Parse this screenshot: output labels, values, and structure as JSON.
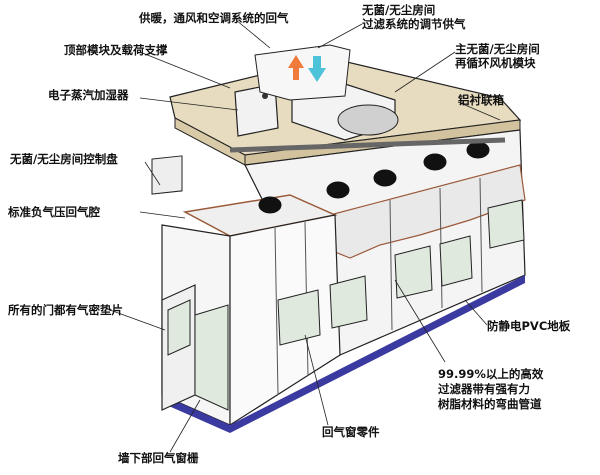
{
  "labels": {
    "supply_exhaust": "供暖，通风和空调系统的回气",
    "sterile_supply_1": "无菌/无尘房间",
    "sterile_supply_2": "过滤系统的调节供气",
    "top_module": "顶部模块及载荷支撑",
    "main_fan_1": "主无菌/无尘房间",
    "main_fan_2": "再循环风机模块",
    "humidifier": "电子蒸汽加湿器",
    "aluminum_box": "铝衬联箱",
    "control_panel": "无菌/无尘房间控制盘",
    "return_cavity": "标准负气压回气腔",
    "door_seal": "所有的门都有气密垫片",
    "pvc_floor": "防静电PVC地板",
    "hepa_1": "99.99%以上的高效",
    "hepa_2": "过滤器带有强有力",
    "hepa_3": "树脂材料的弯曲管道",
    "return_window": "回气窗零件",
    "lower_return": "墙下部回气窗栅"
  },
  "colors": {
    "up_arrow": "#f07a3a",
    "down_arrow": "#4cc3d9",
    "roof": "#e8dcc0",
    "floor_strip": "#3a3aa0",
    "wall": "#f4f4f4",
    "outline": "#222222",
    "cavity_edge": "#9a5a3a"
  }
}
